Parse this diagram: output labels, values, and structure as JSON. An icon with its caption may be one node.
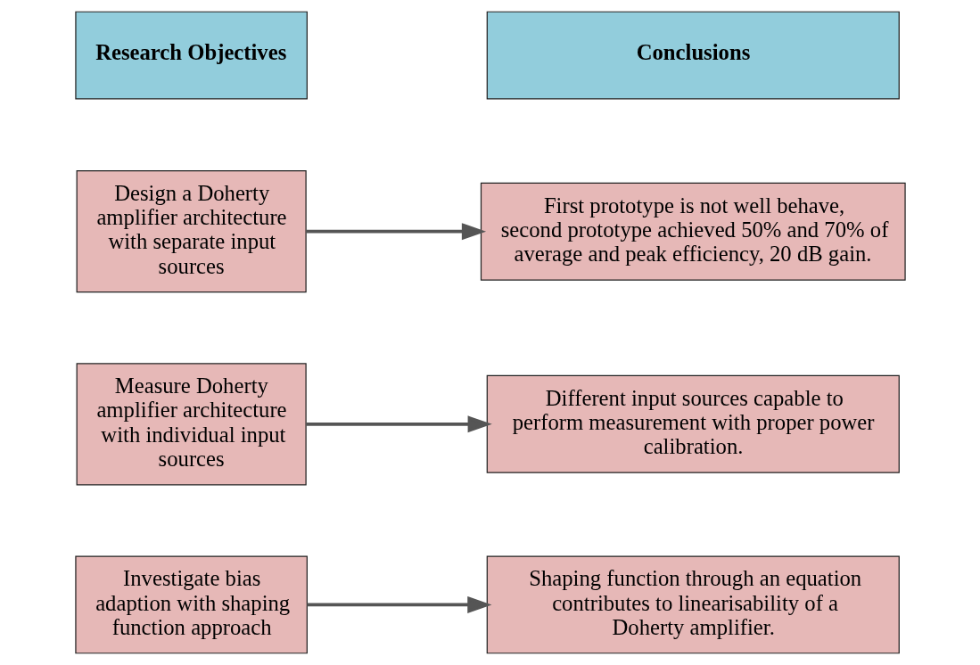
{
  "diagram": {
    "nodes": [
      {
        "text": [
          "Research Objectives"
        ]
      },
      {
        "text": [
          "Conclusions"
        ]
      },
      {
        "text": [
          "Design a Doherty amplifier architecture with separate input sources"
        ]
      },
      {
        "text": [
          "First prototype is not well behave, second prototype achieved 50% and 70% of average and peak efficiency, 20 dB gain."
        ]
      },
      {
        "text": [
          "Measure Doherty amplifier architecture with individual input sources"
        ]
      },
      {
        "text": [
          "Different input sources capable to perform measurement with proper power calibration."
        ]
      },
      {
        "text": [
          "Investigate bias adaption with shaping function approach"
        ]
      },
      {
        "text": [
          "Shaping function through an equation contributes to linearisability of a Doherty amplifier."
        ]
      }
    ],
    "edges": [
      {
        "from": 2,
        "to": 3,
        "arrow": "to"
      },
      {
        "from": 4,
        "to": 5,
        "arrow": "to"
      },
      {
        "from": 6,
        "to": 7,
        "arrow": "to"
      }
    ]
  }
}
